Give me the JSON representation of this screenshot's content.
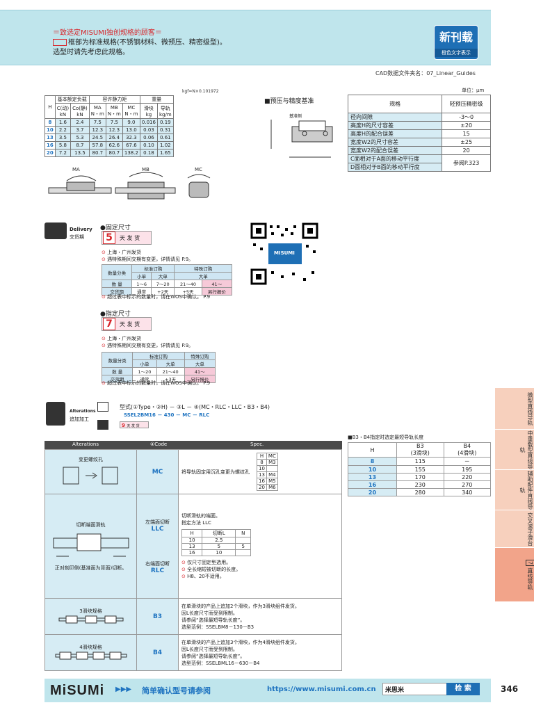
{
  "header": {
    "line1": "＝致选定MISUMI独创规格的顾客＝",
    "line2": "框部为标准规格(不锈钢材料、微预压、精密级型)。",
    "line3": "选型时请先考虑此规格。",
    "badge_big": "新刊载",
    "badge_small": "橙色文字表示"
  },
  "cad_file": "CAD数据文件夹名：07_Linear_Guides",
  "unit": "单位：μm",
  "kgf_note": "kgf=N×0.101972",
  "load_table": {
    "group_headers": [
      "基本额定负载",
      "容许静力矩",
      "重量"
    ],
    "h_label": "H",
    "col_heads": [
      "C(动)\nkN",
      "Co(静)\nkN",
      "MA\nN・m",
      "MB\nN・m",
      "MC\nN・m",
      "滑块\nkg",
      "导轨\nkg/m"
    ],
    "rows": [
      [
        "8",
        "1.6",
        "2.4",
        "7.5",
        "7.5",
        "9.0",
        "0.016",
        "0.19"
      ],
      [
        "10",
        "2.2",
        "3.7",
        "12.3",
        "12.3",
        "13.0",
        "0.03",
        "0.31"
      ],
      [
        "13",
        "3.5",
        "5.3",
        "24.5",
        "26.4",
        "32.3",
        "0.06",
        "0.61"
      ],
      [
        "16",
        "5.8",
        "8.7",
        "57.8",
        "62.6",
        "67.6",
        "0.10",
        "1.02"
      ],
      [
        "20",
        "7.2",
        "13.5",
        "80.7",
        "80.7",
        "138.2",
        "0.18",
        "1.65"
      ]
    ],
    "moment_labels": [
      "MA",
      "MB",
      "MC"
    ]
  },
  "precision": {
    "title": "■预压与精度基准",
    "ref_side": "基准侧",
    "head_left": "规格",
    "head_right": "轻预压精密级",
    "rows": [
      [
        "径向间隙",
        "-3〜0"
      ],
      [
        "高度H的尺寸容差",
        "±20"
      ],
      [
        "高度H的配合误差",
        "15"
      ],
      [
        "宽度W2的尺寸容差",
        "±25"
      ],
      [
        "宽度W2的配合误差",
        "20"
      ],
      [
        "C面相对于A面的移动平行度",
        "参阅P.323"
      ],
      [
        "D面相对于B面的移动平行度",
        ""
      ]
    ]
  },
  "delivery": {
    "label_en": "Delivery",
    "label_cn": "交货期",
    "fixed": {
      "title": "●固定尺寸",
      "days": "5",
      "days_text": "天 发 货",
      "note1": "上海・广州发货",
      "note2": "遇特殊期间交期有变更，详情请见",
      "note2_ref": "P.9。",
      "table": {
        "h1": "数量分类",
        "h2": "标准订购",
        "h3": "特殊订购",
        "sub": [
          "小单",
          "大单",
          "大单"
        ],
        "qty_label": "数 量",
        "qty": [
          "1〜6",
          "7〜20",
          "21〜40",
          "41〜"
        ],
        "ld_label": "交货期",
        "ld": [
          "通常",
          "+2天",
          "+5天",
          "另行报价"
        ]
      },
      "note3": "超过表中标示的数量时，请在WOS中确认。",
      "note3_ref": "P.9"
    },
    "specified": {
      "title": "●指定尺寸",
      "days": "7",
      "days_text": "天 发 货",
      "note1": "上海・广州发货",
      "note2": "遇特殊期间交期有变更，详情请见",
      "note2_ref": "P.9。",
      "table": {
        "h1": "数量分类",
        "h2": "标准订购",
        "h3": "特殊订购",
        "sub": [
          "小单",
          "大单",
          "大单"
        ],
        "qty_label": "数 量",
        "qty": [
          "1〜20",
          "21〜40",
          "41〜"
        ],
        "ld_label": "交货期",
        "ld": [
          "通常",
          "+3天",
          "另行报价"
        ]
      },
      "note3": "超过表中标示的数量时，请在WOS中确认。",
      "note3_ref": "P.9"
    },
    "qr_label": "MISUMI"
  },
  "alterations": {
    "label_en": "Alterations",
    "label_cn": "追加加工",
    "formula": "型式(①Type・②H) － ③L － ④(MC・RLC・LLC・B3・B4)",
    "example": "SSEL2BM16  －  430  －  MC  －  RLC",
    "mini_days": "9",
    "mini_text": "天 发 货",
    "col_alt": "Alterations",
    "col_code": "④Code",
    "col_spec": "Spec.",
    "rows": [
      {
        "pic_title": "变更螺纹孔",
        "code": "MC",
        "spec": "将导轨固定用沉孔变更为螺纹孔",
        "mini_head": [
          "H",
          "MC"
        ],
        "mini_rows": [
          [
            "8",
            "M3"
          ],
          [
            "10",
            ""
          ],
          [
            "13",
            "M4"
          ],
          [
            "16",
            "M5"
          ],
          [
            "20",
            "M6"
          ]
        ]
      },
      {
        "pic_title": "切断端面滑轨",
        "pic_note": "正对刻印侧(基准面为背面)切断。",
        "code_top_label": "左端面切断",
        "code_top": "LLC",
        "code_bot_label": "右端面切断",
        "code_bot": "RLC",
        "spec_line1": "切断滑轨的端面。",
        "spec_line2": "指定方法 LLC",
        "mini_head": [
          "H",
          "切断L",
          "N"
        ],
        "mini_rows": [
          [
            "10",
            "2.5",
            ""
          ],
          [
            "13",
            "5",
            "5"
          ],
          [
            "16",
            "10",
            ""
          ]
        ],
        "notes": [
          "仅尺寸固定型选用。",
          "全长缩短被切断的长度。",
          "H8、20不适用。"
        ]
      },
      {
        "pic_title": "3滑块规格",
        "code": "B3",
        "spec": [
          "在单滑块的产品上追加2个滑块，作为3滑块组件发货。",
          "因L长度尺寸而受到限制。",
          "请参阅“选择最短导轨长度”。",
          "选型范例：SSELBM8－130－B3"
        ]
      },
      {
        "pic_title": "4滑块规格",
        "code": "B4",
        "spec": [
          "在单滑块的产品上追加3个滑块，作为4滑块组件发货。",
          "因L长度尺寸而受到限制。",
          "请参阅“选择最短导轨长度”。",
          "选型范例：SSELBML16－630－B4"
        ]
      }
    ]
  },
  "b3b4": {
    "title": "■B3・B4指定时选定最短导轨长度",
    "h_label": "H",
    "b3_label": "B3\n(3滑块)",
    "b4_label": "B4\n(4滑块)",
    "rows": [
      [
        "8",
        "115",
        "－"
      ],
      [
        "10",
        "155",
        "195"
      ],
      [
        "13",
        "170",
        "220"
      ],
      [
        "16",
        "230",
        "270"
      ],
      [
        "20",
        "280",
        "340"
      ]
    ]
  },
  "side_tabs": [
    "微型直线导轨",
    "中重载型直线导轨",
    "辅助配件直线导轨",
    "交叉滚子滑台",
    "直线导轨"
  ],
  "side_tab_num": "7",
  "footer": {
    "logo": "MiSUMi",
    "arrows": "▶▶▶",
    "text": "简单确认型号请参阅",
    "url": "https://www.misumi.com.cn",
    "search_value": "米思米",
    "search_btn": "检 索",
    "page": "346"
  },
  "colors": {
    "accent_blue": "#1e73c0",
    "header_bg": "#bfe5ec",
    "red": "#d7262b",
    "tab_bg": "#f7d0bd"
  }
}
